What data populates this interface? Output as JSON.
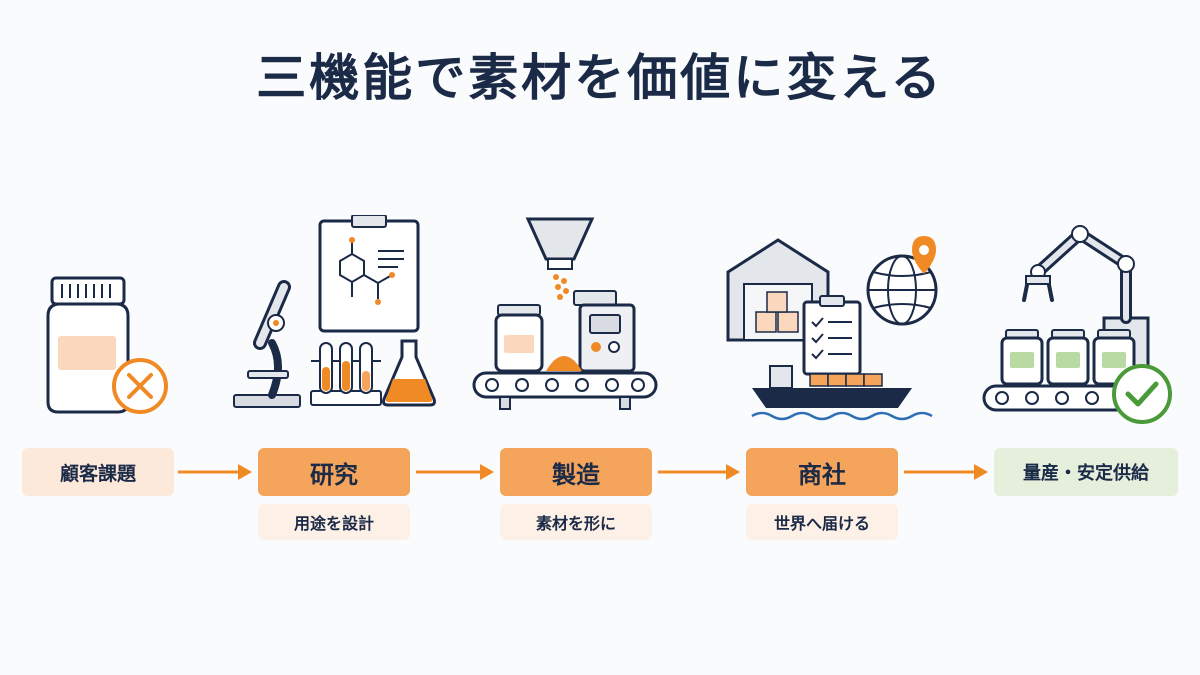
{
  "title": "三機能で素材を価値に変える",
  "steps": [
    {
      "label": "顧客課題",
      "illustration": "medicine-bottle-x-icon"
    },
    {
      "label": "研究",
      "sub": "用途を設計",
      "illustration": "microscope-lab-icon"
    },
    {
      "label": "製造",
      "sub": "素材を形に",
      "illustration": "manufacturing-line-icon"
    },
    {
      "label": "商社",
      "sub": "世界へ届ける",
      "illustration": "warehouse-ship-globe-icon"
    },
    {
      "label": "量産・安定供給",
      "illustration": "robot-arm-conveyor-check-icon"
    }
  ],
  "colors": {
    "navy": "#1b2a47",
    "orange": "#f08a24",
    "orange_box": "#f5a45c",
    "light_orange": "#fde9d9",
    "green_box": "#e5efdc",
    "green_check": "#4a9a3a"
  }
}
